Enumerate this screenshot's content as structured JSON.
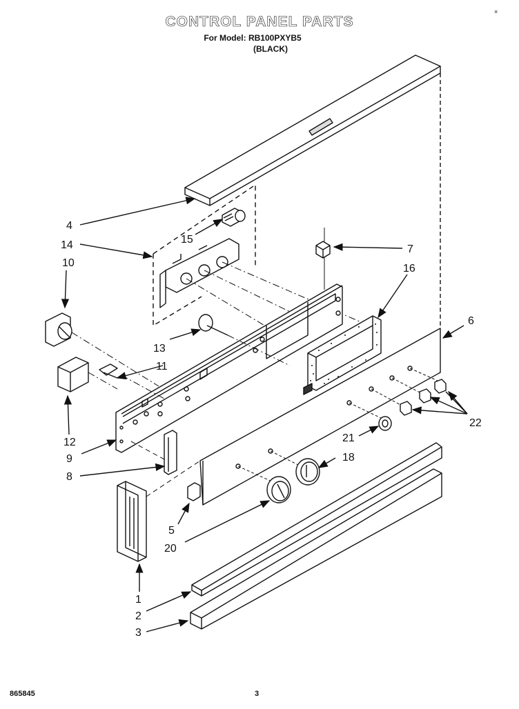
{
  "header": {
    "title": "CONTROL PANEL PARTS",
    "model_line": "For Model: RB100PXYB5",
    "color_line": "(BLACK)"
  },
  "footer": {
    "doc_code": "865845",
    "page_number": "3"
  },
  "corner_mark": "×",
  "callouts": [
    "1",
    "2",
    "3",
    "4",
    "5",
    "6",
    "7",
    "8",
    "9",
    "10",
    "11",
    "12",
    "13",
    "14",
    "15",
    "16",
    "18",
    "20",
    "21",
    "22"
  ]
}
